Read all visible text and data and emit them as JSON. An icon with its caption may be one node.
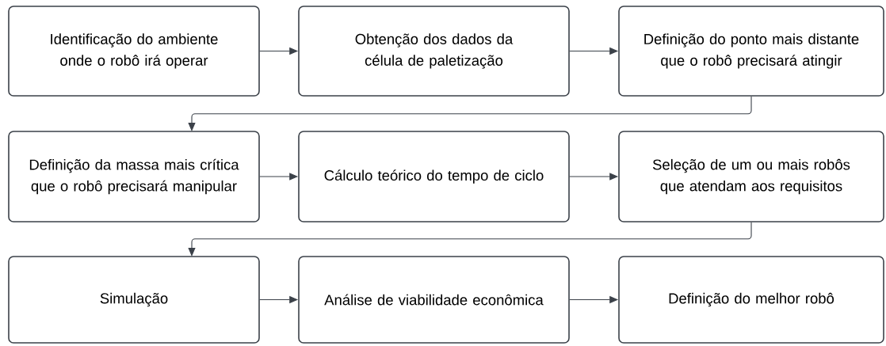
{
  "diagram": {
    "nodes": [
      {
        "text": [
          "Identificação do ambiente onde o robô irá operar"
        ]
      },
      {
        "text": [
          "Obtenção dos dados da célula de paletização"
        ]
      },
      {
        "text": [
          "Definição do ponto mais distante que o robô precisará atingir"
        ]
      },
      {
        "text": [
          "Definição da massa mais crítica que o robô precisará manipular"
        ]
      },
      {
        "text": [
          "Cálculo teórico do tempo de ciclo"
        ]
      },
      {
        "text": [
          "Seleção de um ou mais robôs que atendam aos requisitos"
        ]
      },
      {
        "text": [
          "Simulação"
        ]
      },
      {
        "text": [
          "Análise de viabilidade econômica"
        ]
      },
      {
        "text": [
          "Definição do melhor robô"
        ]
      }
    ],
    "edges": [
      {
        "from": 0,
        "to": 1,
        "arrow": "to"
      },
      {
        "from": 1,
        "to": 2,
        "arrow": "to"
      },
      {
        "from": 2,
        "to": 3,
        "arrow": "to"
      },
      {
        "from": 3,
        "to": 4,
        "arrow": "to"
      },
      {
        "from": 4,
        "to": 5,
        "arrow": "to"
      },
      {
        "from": 5,
        "to": 6,
        "arrow": "to"
      },
      {
        "from": 6,
        "to": 7,
        "arrow": "to"
      },
      {
        "from": 7,
        "to": 8,
        "arrow": "to"
      }
    ]
  }
}
